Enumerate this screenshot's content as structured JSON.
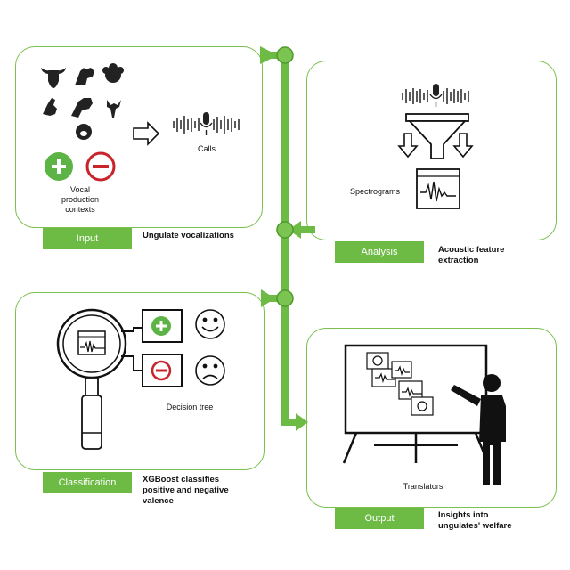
{
  "input": {
    "tag": "Input",
    "description": "Ungulate vocalizations",
    "calls_label": "Calls",
    "contexts_label": "Vocal\nproduction\ncontexts"
  },
  "analysis": {
    "tag": "Analysis",
    "description": "Acoustic feature\nextraction",
    "spectrograms_label": "Spectrograms"
  },
  "classification": {
    "tag": "Classification",
    "description": "XGBoost classifies\npositive and negative\nvalence",
    "tree_label": "Decision tree"
  },
  "output": {
    "tag": "Output",
    "description": "Insights into\nungulates' welfare",
    "translators_label": "Translators"
  },
  "colors": {
    "green": "#6dbb45",
    "panel_border": "#7bbf4e",
    "plus": "#5cb446",
    "minus": "#c8242b"
  },
  "icons": [
    "cow-icon",
    "horse-icon",
    "sheep-icon",
    "goat-icon",
    "horse2-icon",
    "deer-icon",
    "pig-icon",
    "microphone-icon",
    "funnel-icon",
    "magnifier-icon",
    "smiley-icon",
    "sad-face-icon",
    "person-icon",
    "whiteboard-icon"
  ]
}
